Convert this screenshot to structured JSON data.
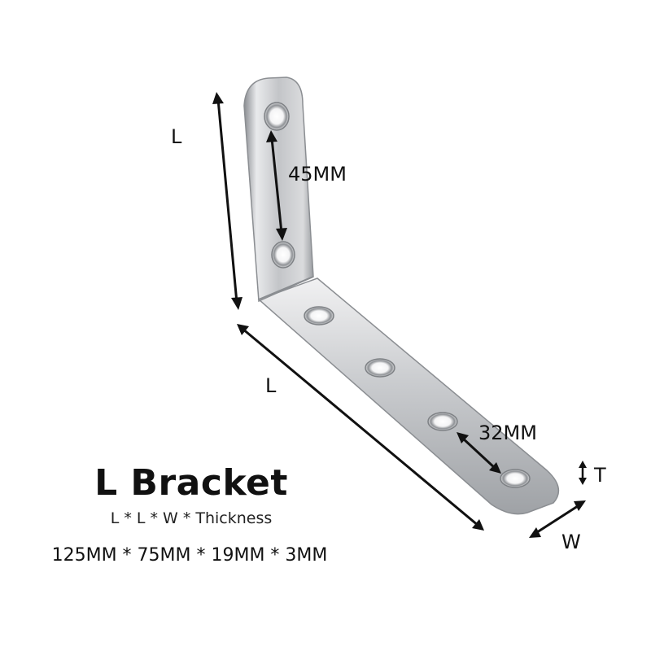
{
  "product": {
    "title": "L Bracket",
    "formula": "L * L * W * Thickness",
    "dimensions": "125MM * 75MM * 19MM * 3MM"
  },
  "labels": {
    "length_vertical": "L",
    "length_horizontal": "L",
    "hole_spacing_vertical": "45MM",
    "hole_spacing_horizontal": "32MM",
    "thickness": "T",
    "width": "W"
  },
  "colors": {
    "metal_light": "#e8e8ea",
    "metal_mid": "#b9bbbe",
    "metal_dark": "#7d8084",
    "ink": "#111111"
  }
}
